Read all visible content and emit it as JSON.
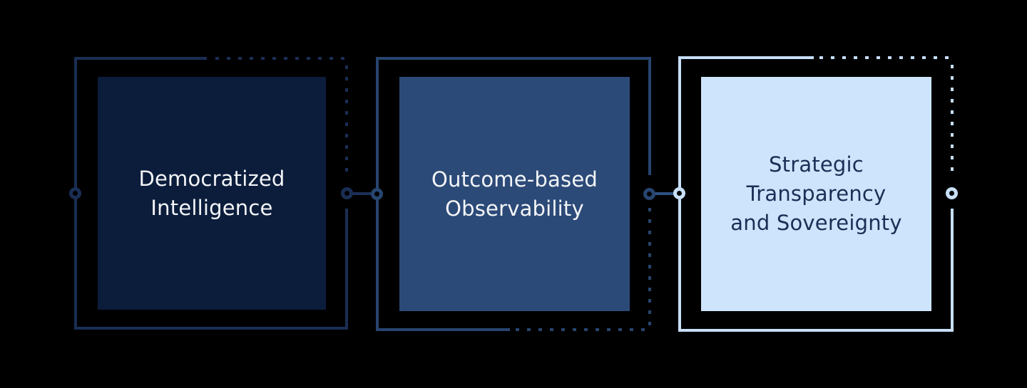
{
  "diagram": {
    "background_color": "#000000",
    "cards": [
      {
        "label": "Democratized Intelligence",
        "lines": [
          "Democratized",
          "Intelligence"
        ],
        "fill": "#0C1D3C",
        "accent": "#1A2E54",
        "text_color": "#F3F5F7"
      },
      {
        "label": "Outcome-based Observability",
        "lines": [
          "Outcome-based",
          "Observability"
        ],
        "fill": "#2C4A78",
        "accent": "#27456F",
        "text_color": "#F3F5F7"
      },
      {
        "label": "Strategic Transparency and Sovereignty",
        "lines": [
          "Strategic",
          "Transparency",
          "and Sovereignty"
        ],
        "fill": "#CDE4FC",
        "accent": "#C7DFF8",
        "text_color": "#1B2F55"
      }
    ],
    "connectors": [
      {
        "color": "#1B3056"
      },
      {
        "color": "#2E5183"
      }
    ]
  }
}
